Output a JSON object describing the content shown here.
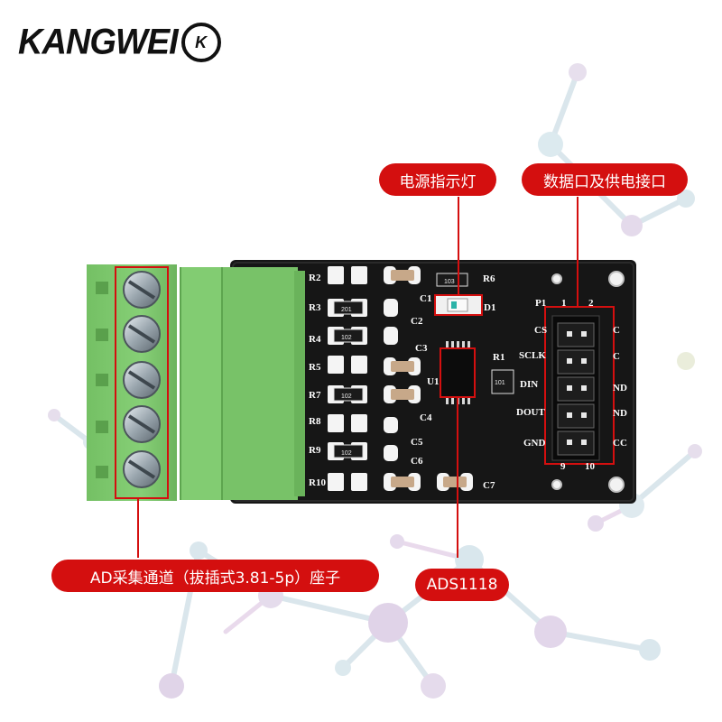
{
  "brand": {
    "name": "KANGWEI",
    "logo_letters": "K"
  },
  "callouts": {
    "power_led": "电源指示灯",
    "data_port": "数据口及供电接口",
    "ad_channel": "AD采集通道（拔插式3.81-5p）座子",
    "chip": "ADS1118"
  },
  "board": {
    "resistor_labels": [
      "R2",
      "R3",
      "R4",
      "R5",
      "R7",
      "R8",
      "R9",
      "R10"
    ],
    "cap_labels": [
      "C1",
      "C2",
      "C3",
      "C4",
      "C5",
      "C6",
      "C7"
    ],
    "other_labels": {
      "r6": "R6",
      "d1": "D1",
      "r1": "R1",
      "u1": "U1",
      "p1": "P1",
      "pin1": "1",
      "pin2": "2",
      "pin9": "9",
      "pin10": "10"
    },
    "pin_labels": [
      "CS",
      "SCLK",
      "DIN",
      "DOUT",
      "GND"
    ],
    "pin_labels_right": [
      "C",
      "C",
      "ND",
      "ND",
      "CC"
    ],
    "smd_codes": {
      "code_201": "201",
      "code_102": "102",
      "code_103": "103",
      "code_101": "101"
    }
  },
  "colors": {
    "accent_red": "#d40f0f",
    "board_black": "#151515",
    "terminal_green": "#7ec86e"
  }
}
